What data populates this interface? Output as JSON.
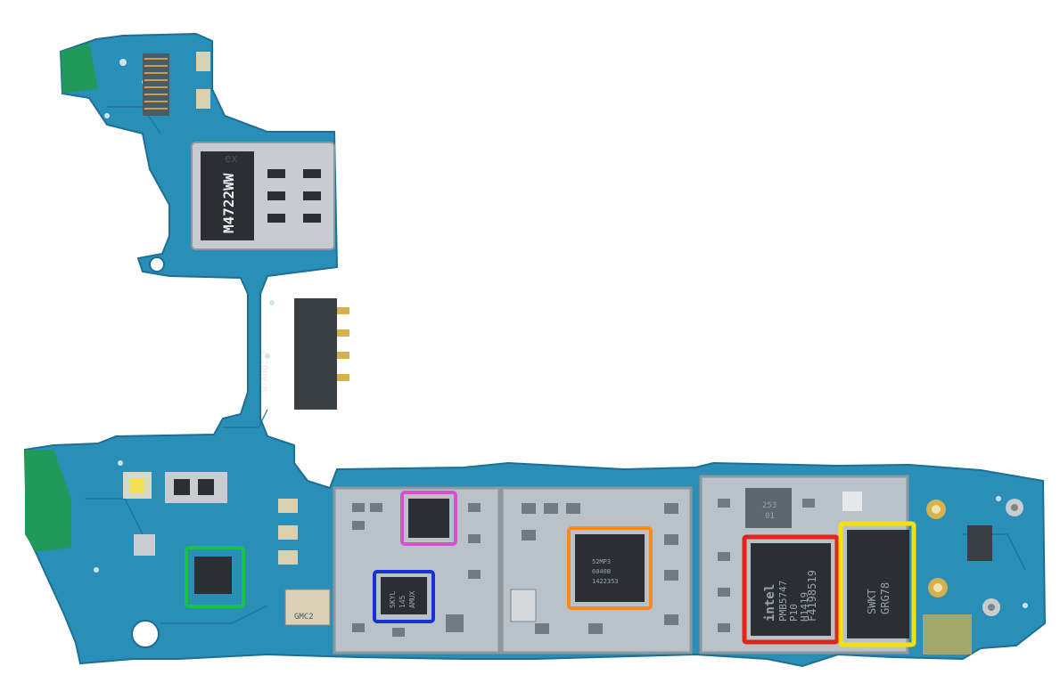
{
  "photo": {
    "background_color": "#ffffff",
    "pcb_color": "#2a8fb8",
    "pcb_dark_color": "#1d6f93",
    "shield_color": "#b8c2c8",
    "chip_color": "#2b2f33",
    "gold_color": "#d6b24a"
  },
  "highlights": [
    {
      "id": "red",
      "color": "#e2231a"
    },
    {
      "id": "yellow",
      "color": "#f5e012"
    },
    {
      "id": "orange",
      "color": "#f7891e"
    },
    {
      "id": "blue",
      "color": "#1a2fd6"
    },
    {
      "id": "magenta",
      "color": "#d84fd0"
    },
    {
      "id": "green",
      "color": "#16c24a"
    }
  ],
  "markings": {
    "intel_chip": {
      "line1": "F4198519",
      "brand": "intel",
      "line2": "PMB5747",
      "line3": "P10",
      "line4": "H1419"
    },
    "memory_chip": {
      "line1": "SWKT",
      "line2": "GRG78"
    },
    "orange_chip": {
      "line1": "52MP3",
      "line2": "6040B",
      "line3": "1422353"
    },
    "blue_chip": {
      "line1": "SKYL",
      "line2": "145",
      "line3": "AMUX"
    },
    "shield_chip": {
      "line1": "253",
      "line2": "01"
    },
    "sim_tray": "M4722WW",
    "sim_label": "ex",
    "connector_label": "GMC2"
  }
}
